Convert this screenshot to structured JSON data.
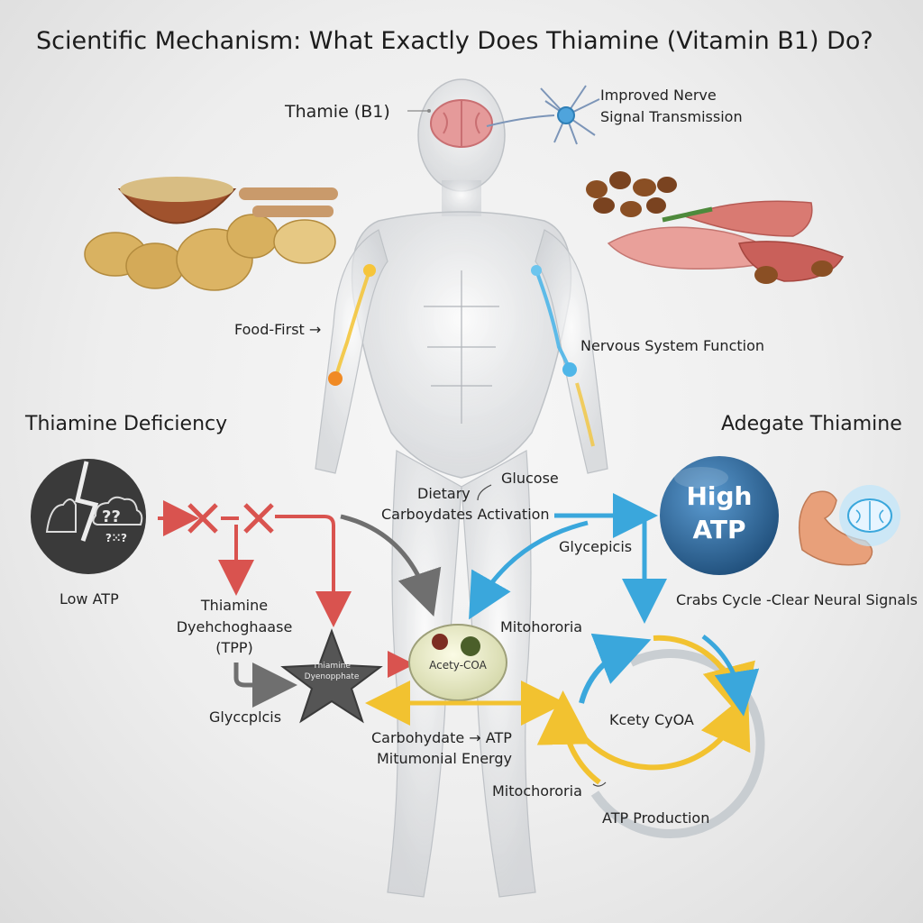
{
  "title": "Scientific Mechanism: What Exactly Does Thiamine (Vitamin B1) Do?",
  "top": {
    "thiamine_label": "Thamie (B1)",
    "nerve_line1": "Improved Nerve",
    "nerve_line2": "Signal Transmission"
  },
  "body_labels": {
    "food_first": "Food-First →",
    "nervous_system": "Nervous System Function"
  },
  "deficiency": {
    "heading": "Thiamine Deficiency",
    "low_atp": "Low ATP",
    "question_marks": "??",
    "question_marks_small": "?⁙?",
    "tpp_line1": "Thiamine",
    "tpp_line2": "Dyehchoghaase",
    "tpp_line3": "(TPP)",
    "star_line1": "Thiamine",
    "star_line2": "Dyenopphate",
    "glycolysis": "Glyccplcis"
  },
  "center": {
    "glucose": "Glucose",
    "dietary": "Dietary",
    "carbs_activation": "Carboydates Activation",
    "acetyl_coa": "Acety-COA",
    "mitochondria": "Mitohororia",
    "carb_atp": "Carbohydate → ATP",
    "mito_energy": "Mitumonial Energy",
    "mitochondria_bottom": "Mitochororia"
  },
  "adequate": {
    "heading": "Adegate Thiamine",
    "high": "High",
    "atp": "ATP",
    "glycolysis": "Glycepicis",
    "krebs": "Crabs Cycle -Clear Neural Signals",
    "cycle_center": "Kcety CyOA",
    "atp_production": "ATP Production"
  },
  "colors": {
    "deficiency_red": "#d9534f",
    "adequate_blue": "#3aa7dc",
    "energy_yellow": "#f2c230",
    "neutral_gray": "#6f6f6f"
  },
  "icons": [
    "brain-icon",
    "neuron-icon",
    "muscle-icon",
    "thought-cloud-icon",
    "lightning-icon",
    "cross-icon",
    "star-icon"
  ]
}
